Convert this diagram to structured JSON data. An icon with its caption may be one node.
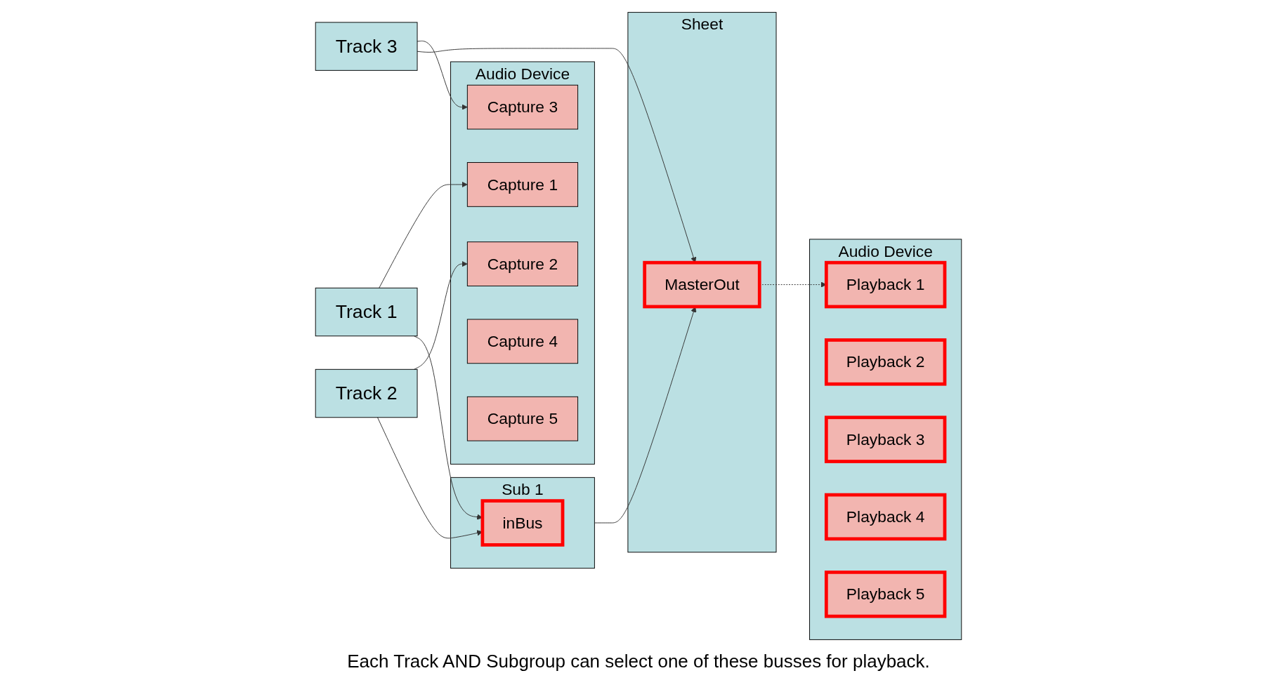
{
  "diagram": {
    "nodes": [
      {
        "text": [
          "Audio Device"
        ]
      },
      {
        "text": [
          "Capture 1"
        ],
        "in": 0
      },
      {
        "text": [
          "Capture 2"
        ],
        "in": 0
      },
      {
        "text": [
          "Capture 3"
        ],
        "in": 0
      },
      {
        "text": [
          "Capture 4"
        ],
        "in": 0
      },
      {
        "text": [
          "Capture 5"
        ],
        "in": 0
      },
      {
        "text": [
          "Track 1"
        ]
      },
      {
        "text": [
          "Sub 1"
        ]
      },
      {
        "text": [
          "inBus"
        ],
        "in": 7
      },
      {
        "text": [
          "Track 2"
        ]
      },
      {
        "text": [
          "Sheet"
        ]
      },
      {
        "text": [
          "MasterOut"
        ],
        "in": 10
      },
      {
        "text": [
          "Track 3"
        ]
      },
      {
        "text": [
          "Audio Device"
        ]
      },
      {
        "text": [
          "Playback 1"
        ],
        "in": 13
      },
      {
        "text": [
          "Playback 2"
        ],
        "in": 13
      },
      {
        "text": [
          "Playback 3"
        ],
        "in": 13
      },
      {
        "text": [
          "Playback 4"
        ],
        "in": 13
      },
      {
        "text": [
          "Playback 5"
        ],
        "in": 13
      }
    ],
    "edges": [
      {
        "from": 6,
        "to": 1,
        "arrow": "to"
      },
      {
        "from": 9,
        "to": 2,
        "arrow": "to"
      },
      {
        "from": 12,
        "to": 3,
        "arrow": "to"
      },
      {
        "from": 6,
        "to": 8,
        "arrow": "to"
      },
      {
        "from": 9,
        "to": 8,
        "arrow": "to"
      },
      {
        "from": 7,
        "to": 11,
        "arrow": "to"
      },
      {
        "from": 12,
        "to": 11,
        "arrow": "to"
      },
      {
        "from": 11,
        "to": 14,
        "arrow": "to",
        "style": "dashed"
      }
    ],
    "labels": [
      "Each Track AND Subgroup can select one of these busses for playback."
    ]
  }
}
